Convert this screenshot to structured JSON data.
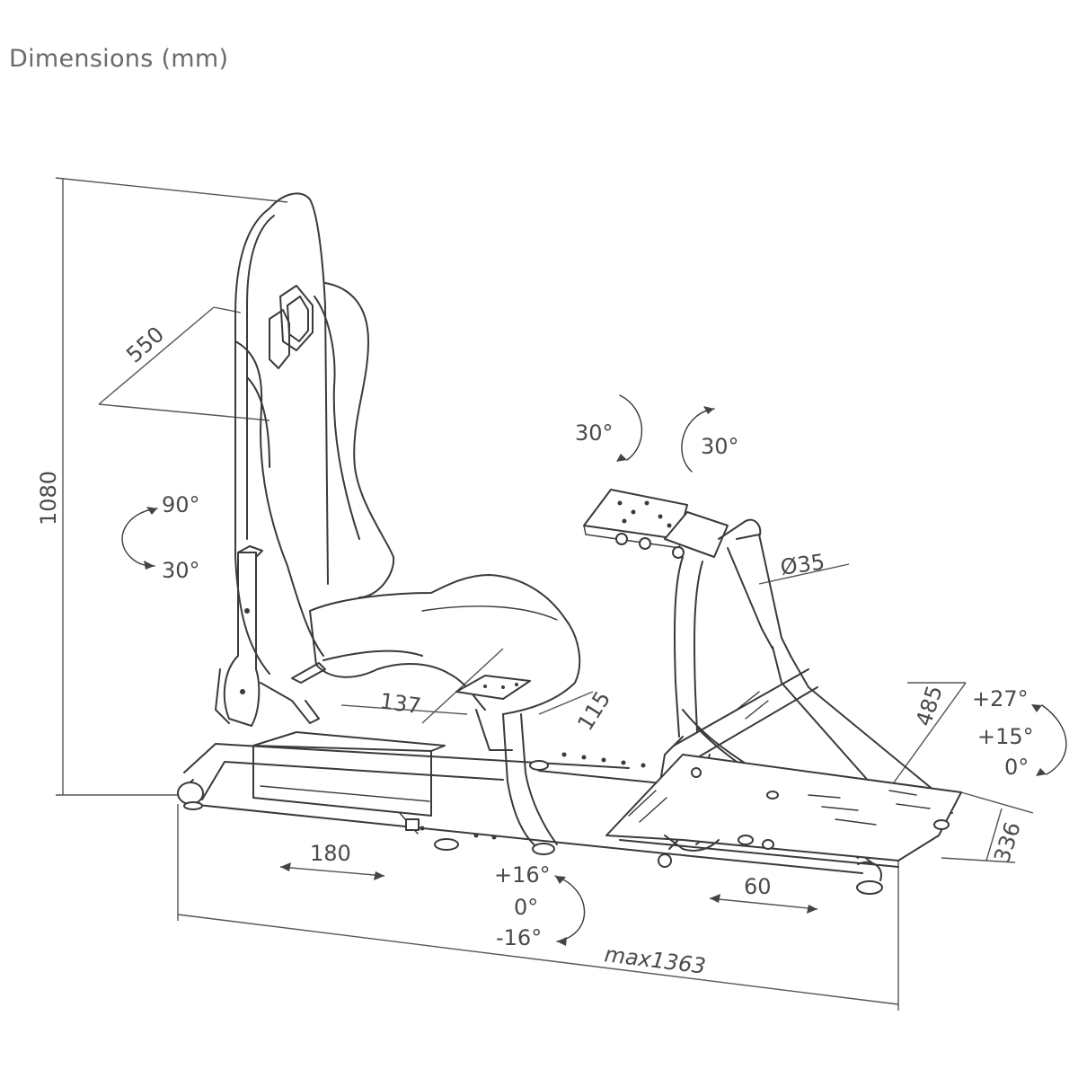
{
  "title": "Dimensions (mm)",
  "dimensions": {
    "height": "1080",
    "backrest_width": "550",
    "seat_track_adjust": "180",
    "seat_pad_137": "137",
    "seat_pad_115": "115",
    "wheel_tube_diameter": "Ø35",
    "pedal_depth": "485",
    "pedal_width": "336",
    "pedal_adjust": "60",
    "max_length": "max1363"
  },
  "angles": {
    "backrest_up": "90°",
    "backrest_down": "30°",
    "wheel_tilt_left": "30°",
    "wheel_tilt_right": "30°",
    "pedal_plus27": "+27°",
    "pedal_plus15": "+15°",
    "pedal_zero": "0°",
    "shifter_plus16": "+16°",
    "shifter_zero": "0°",
    "shifter_minus16": "-16°"
  }
}
